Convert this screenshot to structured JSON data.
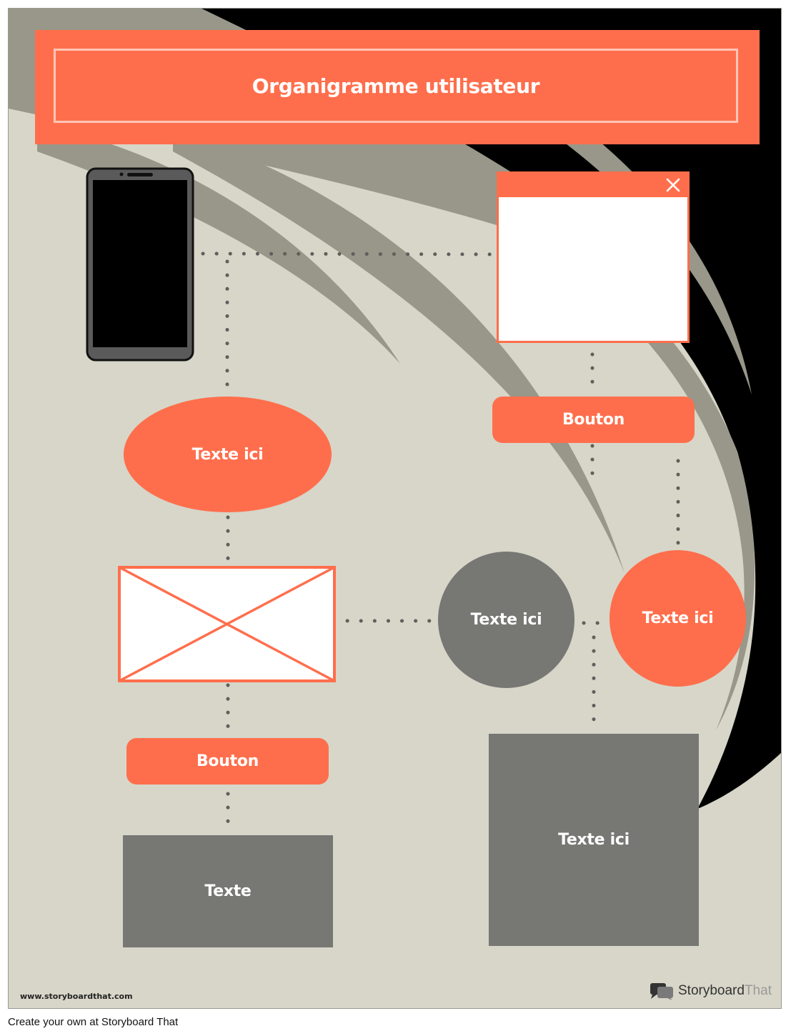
{
  "title": "Organigramme utilisateur",
  "nodes": {
    "ellipse_label": "Texte ici",
    "button_right_label": "Bouton",
    "circle_gray_label": "Texte ici",
    "circle_orange_label": "Texte ici",
    "button_left_label": "Bouton",
    "rect_left_label": "Texte",
    "rect_right_label": "Texte ici"
  },
  "footer": {
    "url": "www.storyboardthat.com",
    "logo_story": "Storyboard",
    "logo_that": "That"
  },
  "credit": "Create your own at Storyboard That",
  "colors": {
    "accent": "#ff6e4c",
    "gray_shape": "#777774",
    "background": "#d7d6c9",
    "swoosh": "#989789"
  },
  "icons": [
    "phone-icon",
    "window-icon",
    "close-icon",
    "image-placeholder-icon",
    "storyboardthat-logo-icon"
  ]
}
